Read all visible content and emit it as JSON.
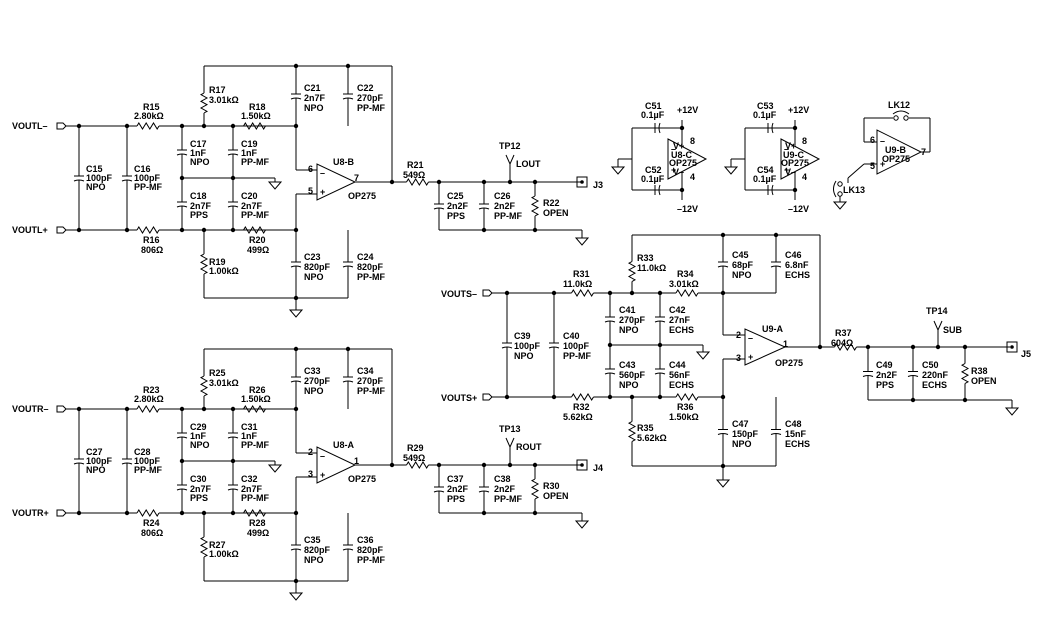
{
  "nets": {
    "voutl_neg": "VOUTL–",
    "voutl_pos": "VOUTL+",
    "voutr_neg": "VOUTR–",
    "voutr_pos": "VOUTR+",
    "vouts_neg": "VOUTS–",
    "vouts_pos": "VOUTS+"
  },
  "testpoints": {
    "tp12": "TP12",
    "lout": "LOUT",
    "tp13": "TP13",
    "rout": "ROUT",
    "tp14": "TP14",
    "sub": "SUB"
  },
  "connectors": {
    "j3": "J3",
    "j4": "J4",
    "j5": "J5"
  },
  "links": {
    "lk12": "LK12",
    "lk13": "LK13"
  },
  "opamps": {
    "u8b": {
      "ref": "U8-B",
      "part": "OP275",
      "pin_inv": "6",
      "pin_noninv": "5",
      "pin_out": "7"
    },
    "u8a": {
      "ref": "U8-A",
      "part": "OP275",
      "pin_inv": "2",
      "pin_noninv": "3",
      "pin_out": "1"
    },
    "u9a": {
      "ref": "U9-A",
      "part": "OP275",
      "pin_inv": "2",
      "pin_noninv": "3",
      "pin_out": "1"
    },
    "u8c": {
      "ref": "U8-C",
      "part": "OP275",
      "vp": "V+",
      "vn": "V–",
      "pin_top": "8",
      "pin_bot": "4"
    },
    "u9c": {
      "ref": "U9-C",
      "part": "OP275",
      "vp": "V+",
      "vn": "V–",
      "pin_top": "8",
      "pin_bot": "4"
    },
    "u9b": {
      "ref": "U9-B",
      "part": "OP275",
      "pin_inv": "6",
      "pin_noninv": "5",
      "pin_out": "7"
    }
  },
  "supplies": {
    "pos": "+12V",
    "neg": "–12V"
  },
  "parts": {
    "r15": {
      "ref": "R15",
      "val": "2.80kΩ"
    },
    "r16": {
      "ref": "R16",
      "val": "806Ω"
    },
    "r17": {
      "ref": "R17",
      "val": "3.01kΩ"
    },
    "r18": {
      "ref": "R18",
      "val": "1.50kΩ"
    },
    "r19": {
      "ref": "R19",
      "val": "1.00kΩ"
    },
    "r20": {
      "ref": "R20",
      "val": "499Ω"
    },
    "r21": {
      "ref": "R21",
      "val": "549Ω"
    },
    "r22": {
      "ref": "R22",
      "val": "OPEN"
    },
    "c15": {
      "ref": "C15",
      "val": "100pF",
      "type": "NPO"
    },
    "c16": {
      "ref": "C16",
      "val": "100pF",
      "type": "PP-MF"
    },
    "c17": {
      "ref": "C17",
      "val": "1nF",
      "type": "NPO"
    },
    "c18": {
      "ref": "C18",
      "val": "2n7F",
      "type": "PPS"
    },
    "c19": {
      "ref": "C19",
      "val": "1nF",
      "type": "PP-MF"
    },
    "c20": {
      "ref": "C20",
      "val": "2n7F",
      "type": "PP-MF"
    },
    "c21": {
      "ref": "C21",
      "val": "2n7F",
      "type": "NPO"
    },
    "c22": {
      "ref": "C22",
      "val": "270pF",
      "type": "PP-MF"
    },
    "c23": {
      "ref": "C23",
      "val": "820pF",
      "type": "NPO"
    },
    "c24": {
      "ref": "C24",
      "val": "820pF",
      "type": "PP-MF"
    },
    "c25": {
      "ref": "C25",
      "val": "2n2F",
      "type": "PPS"
    },
    "c26": {
      "ref": "C26",
      "val": "2n2F",
      "type": "PP-MF"
    },
    "r23": {
      "ref": "R23",
      "val": "2.80kΩ"
    },
    "r24": {
      "ref": "R24",
      "val": "806Ω"
    },
    "r25": {
      "ref": "R25",
      "val": "3.01kΩ"
    },
    "r26": {
      "ref": "R26",
      "val": "1.50kΩ"
    },
    "r27": {
      "ref": "R27",
      "val": "1.00kΩ"
    },
    "r28": {
      "ref": "R28",
      "val": "499Ω"
    },
    "r29": {
      "ref": "R29",
      "val": "549Ω"
    },
    "r30": {
      "ref": "R30",
      "val": "OPEN"
    },
    "c27": {
      "ref": "C27",
      "val": "100pF",
      "type": "NPO"
    },
    "c28": {
      "ref": "C28",
      "val": "100pF",
      "type": "PP-MF"
    },
    "c29": {
      "ref": "C29",
      "val": "1nF",
      "type": "NPO"
    },
    "c30": {
      "ref": "C30",
      "val": "2n7F",
      "type": "PPS"
    },
    "c31": {
      "ref": "C31",
      "val": "1nF",
      "type": "PP-MF"
    },
    "c32": {
      "ref": "C32",
      "val": "2n7F",
      "type": "PP-MF"
    },
    "c33": {
      "ref": "C33",
      "val": "270pF",
      "type": "NPO"
    },
    "c34": {
      "ref": "C34",
      "val": "270pF",
      "type": "PP-MF"
    },
    "c35": {
      "ref": "C35",
      "val": "820pF",
      "type": "NPO"
    },
    "c36": {
      "ref": "C36",
      "val": "820pF",
      "type": "PP-MF"
    },
    "c37": {
      "ref": "C37",
      "val": "2n2F",
      "type": "PPS"
    },
    "c38": {
      "ref": "C38",
      "val": "2n2F",
      "type": "PP-MF"
    },
    "r31": {
      "ref": "R31",
      "val": "11.0kΩ"
    },
    "r32": {
      "ref": "R32",
      "val": "5.62kΩ"
    },
    "r33": {
      "ref": "R33",
      "val": "11.0kΩ"
    },
    "r34": {
      "ref": "R34",
      "val": "3.01kΩ"
    },
    "r35": {
      "ref": "R35",
      "val": "5.62kΩ"
    },
    "r36": {
      "ref": "R36",
      "val": "1.50kΩ"
    },
    "r37": {
      "ref": "R37",
      "val": "604Ω"
    },
    "r38": {
      "ref": "R38",
      "val": "OPEN"
    },
    "c39": {
      "ref": "C39",
      "val": "100pF",
      "type": "NPO"
    },
    "c40": {
      "ref": "C40",
      "val": "100pF",
      "type": "PP-MF"
    },
    "c41": {
      "ref": "C41",
      "val": "270pF",
      "type": "NPO"
    },
    "c42": {
      "ref": "C42",
      "val": "27nF",
      "type": "ECHS"
    },
    "c43": {
      "ref": "C43",
      "val": "560pF",
      "type": "NPO"
    },
    "c44": {
      "ref": "C44",
      "val": "56nF",
      "type": "ECHS"
    },
    "c45": {
      "ref": "C45",
      "val": "68pF",
      "type": "NPO"
    },
    "c46": {
      "ref": "C46",
      "val": "6.8nF",
      "type": "ECHS"
    },
    "c47": {
      "ref": "C47",
      "val": "150pF",
      "type": "NPO"
    },
    "c48": {
      "ref": "C48",
      "val": "15nF",
      "type": "ECHS"
    },
    "c49": {
      "ref": "C49",
      "val": "2n2F",
      "type": "PPS"
    },
    "c50": {
      "ref": "C50",
      "val": "220nF",
      "type": "ECHS"
    },
    "c51": {
      "ref": "C51",
      "val": "0.1µF"
    },
    "c52": {
      "ref": "C52",
      "val": "0.1µF"
    },
    "c53": {
      "ref": "C53",
      "val": "0.1µF"
    },
    "c54": {
      "ref": "C54",
      "val": "0.1µF"
    }
  }
}
